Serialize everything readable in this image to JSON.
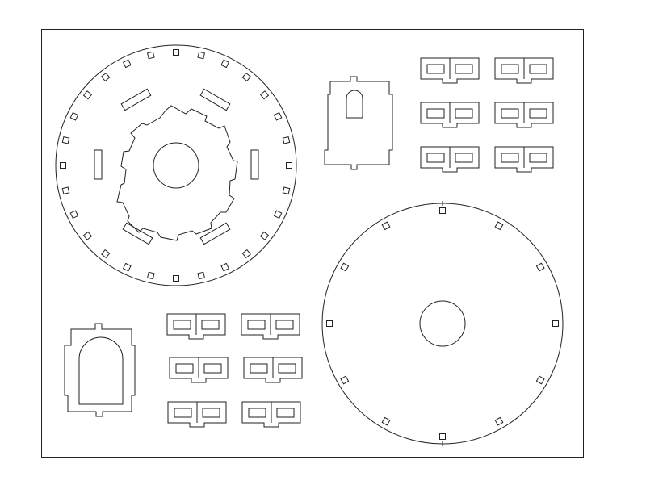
{
  "drawing": {
    "type": "laser-cut-template",
    "line_color": "#222222",
    "background_color": "#ffffff",
    "parts": [
      {
        "name": "large-gear-disc",
        "count": 1,
        "features": [
          "center-hole",
          "12-sided-gear-outline",
          "6-slots",
          "28-square-holes"
        ]
      },
      {
        "name": "plain-disc",
        "count": 1,
        "features": [
          "center-hole",
          "12-square-holes"
        ]
      },
      {
        "name": "small-arched-bracket",
        "count": 1
      },
      {
        "name": "large-arched-bracket",
        "count": 1
      },
      {
        "name": "double-window-clip",
        "count": 12
      }
    ]
  }
}
